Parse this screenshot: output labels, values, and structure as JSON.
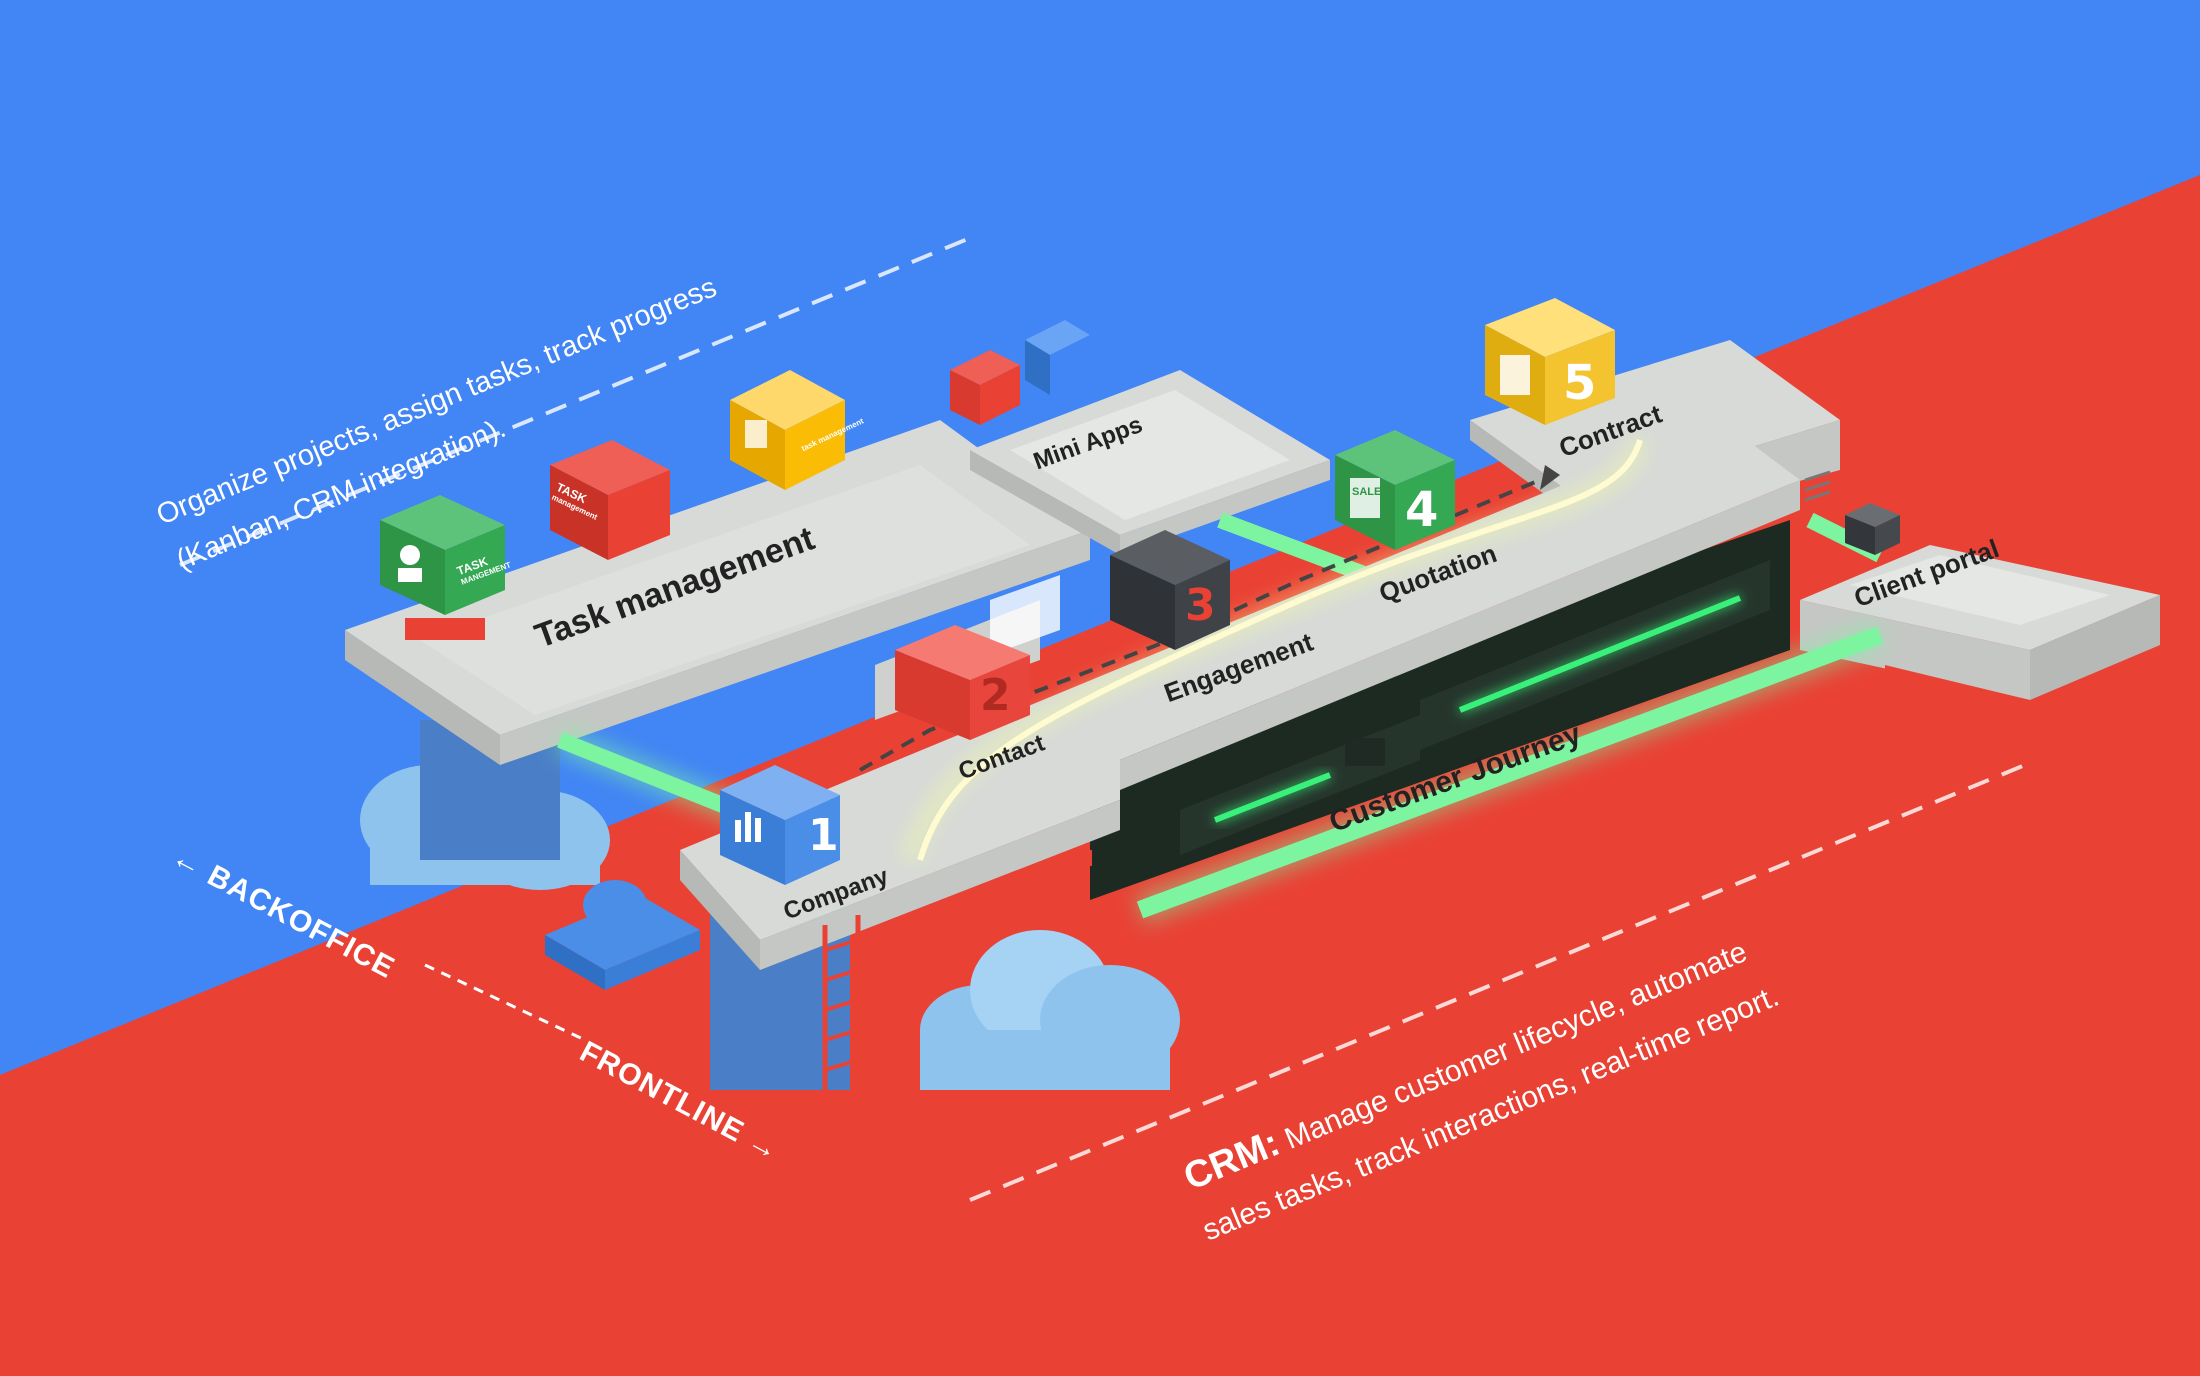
{
  "backoffice": {
    "description_line1": "Organize projects, assign tasks, track progress",
    "description_line2": "(Kanban, CRM integration).",
    "label": "BACKOFFICE",
    "arrow": "←"
  },
  "frontline": {
    "label": "FRONTLINE",
    "arrow": "→",
    "crm_title": "CRM:",
    "crm_line1": " Manage customer lifecycle, automate",
    "crm_line2": "sales tasks, track interactions, real-time report."
  },
  "modules": {
    "task_management": "Task management",
    "mini_apps": "Mini Apps",
    "client_portal": "Client portal",
    "customer_journey": "Customer Journey"
  },
  "cube_labels": {
    "task_green": "TASK",
    "task_green_sub": "MANGEMENT",
    "task_red": "TASK",
    "task_red_sub": "management",
    "task_yellow": "task management",
    "sale": "SALE"
  },
  "journey_steps": [
    {
      "number": "1",
      "label": "Company",
      "color": "#4a8ee8",
      "icon": "bar-chart-icon"
    },
    {
      "number": "2",
      "label": "Contact",
      "color": "#e8453c",
      "icon": "contact-icon"
    },
    {
      "number": "3",
      "label": "Engagement",
      "color": "#3f4247",
      "icon": "phone-icon"
    },
    {
      "number": "4",
      "label": "Quotation",
      "color": "#34a853",
      "icon": "sale-document-icon"
    },
    {
      "number": "5",
      "label": "Contract",
      "color": "#f4c430",
      "icon": "contract-icon"
    }
  ],
  "colors": {
    "blue": "#4285f4",
    "red": "#e94235",
    "green": "#34a853",
    "yellow": "#fbbc05",
    "platform": "#dcdfdc",
    "glow": "#7df5a0"
  }
}
